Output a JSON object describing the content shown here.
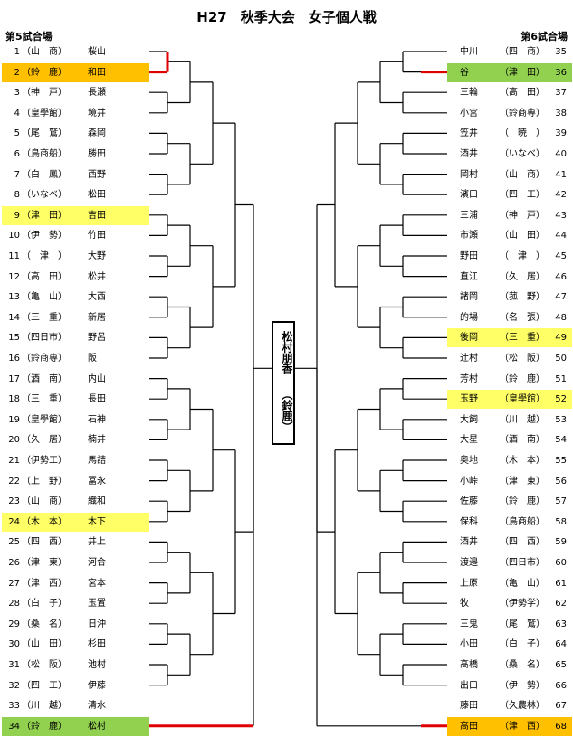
{
  "title": "H27　秋季大会　女子個人戦",
  "venues": {
    "left": "第5試合場",
    "right": "第6試合場"
  },
  "champion": {
    "name": "松村朋香",
    "school": "（鈴鹿）"
  },
  "highlight_colors": {
    "yellow": "#ffff66",
    "orange": "#ffc000",
    "green": "#92d050",
    "line_red": "#e00000"
  },
  "left_entries": [
    {
      "no": "1",
      "school": "（山　商）",
      "name": "桜山",
      "hl": ""
    },
    {
      "no": "2",
      "school": "（鈴　鹿）",
      "name": "和田",
      "hl": "orange"
    },
    {
      "no": "3",
      "school": "（神　戸）",
      "name": "長瀬",
      "hl": ""
    },
    {
      "no": "4",
      "school": "（皇學館）",
      "name": "境井",
      "hl": ""
    },
    {
      "no": "5",
      "school": "（尾　鷲）",
      "name": "森岡",
      "hl": ""
    },
    {
      "no": "6",
      "school": "（鳥商船）",
      "name": "勝田",
      "hl": ""
    },
    {
      "no": "7",
      "school": "（白　鳳）",
      "name": "西野",
      "hl": ""
    },
    {
      "no": "8",
      "school": "（いなべ）",
      "name": "松田",
      "hl": ""
    },
    {
      "no": "9",
      "school": "（津　田）",
      "name": "吉田",
      "hl": "yellow"
    },
    {
      "no": "10",
      "school": "（伊　勢）",
      "name": "竹田",
      "hl": ""
    },
    {
      "no": "11",
      "school": "（　津　）",
      "name": "大野",
      "hl": ""
    },
    {
      "no": "12",
      "school": "（高　田）",
      "name": "松井",
      "hl": ""
    },
    {
      "no": "13",
      "school": "（亀　山）",
      "name": "大西",
      "hl": ""
    },
    {
      "no": "14",
      "school": "（三　重）",
      "name": "新居",
      "hl": ""
    },
    {
      "no": "15",
      "school": "（四日市）",
      "name": "野呂",
      "hl": ""
    },
    {
      "no": "16",
      "school": "（鈴商専）",
      "name": "阪",
      "hl": ""
    },
    {
      "no": "17",
      "school": "（酒　南）",
      "name": "内山",
      "hl": ""
    },
    {
      "no": "18",
      "school": "（三　重）",
      "name": "長田",
      "hl": ""
    },
    {
      "no": "19",
      "school": "（皇學館）",
      "name": "石神",
      "hl": ""
    },
    {
      "no": "20",
      "school": "（久　居）",
      "name": "楠井",
      "hl": ""
    },
    {
      "no": "21",
      "school": "（伊勢工）",
      "name": "馬詰",
      "hl": ""
    },
    {
      "no": "22",
      "school": "（上　野）",
      "name": "冨永",
      "hl": ""
    },
    {
      "no": "23",
      "school": "（山　商）",
      "name": "織和",
      "hl": ""
    },
    {
      "no": "24",
      "school": "（木　本）",
      "name": "木下",
      "hl": "yellow"
    },
    {
      "no": "25",
      "school": "（四　西）",
      "name": "井上",
      "hl": ""
    },
    {
      "no": "26",
      "school": "（津　東）",
      "name": "河合",
      "hl": ""
    },
    {
      "no": "27",
      "school": "（津　西）",
      "name": "宮本",
      "hl": ""
    },
    {
      "no": "28",
      "school": "（白　子）",
      "name": "玉置",
      "hl": ""
    },
    {
      "no": "29",
      "school": "（桑　名）",
      "name": "日沖",
      "hl": ""
    },
    {
      "no": "30",
      "school": "（山　田）",
      "name": "杉田",
      "hl": ""
    },
    {
      "no": "31",
      "school": "（松　阪）",
      "name": "池村",
      "hl": ""
    },
    {
      "no": "32",
      "school": "（四　工）",
      "name": "伊藤",
      "hl": ""
    },
    {
      "no": "33",
      "school": "（川　越）",
      "name": "清水",
      "hl": ""
    },
    {
      "no": "34",
      "school": "（鈴　鹿）",
      "name": "松村",
      "hl": "green"
    }
  ],
  "right_entries": [
    {
      "no": "35",
      "school": "（四　商）",
      "name": "中川",
      "hl": ""
    },
    {
      "no": "36",
      "school": "（津　田）",
      "name": "谷",
      "hl": "green"
    },
    {
      "no": "37",
      "school": "（高　田）",
      "name": "三輪",
      "hl": ""
    },
    {
      "no": "38",
      "school": "（鈴商専）",
      "name": "小宮",
      "hl": ""
    },
    {
      "no": "39",
      "school": "（　暁　）",
      "name": "笠井",
      "hl": ""
    },
    {
      "no": "40",
      "school": "（いなべ）",
      "name": "酒井",
      "hl": ""
    },
    {
      "no": "41",
      "school": "（山　商）",
      "name": "岡村",
      "hl": ""
    },
    {
      "no": "42",
      "school": "（四　工）",
      "name": "濱口",
      "hl": ""
    },
    {
      "no": "43",
      "school": "（神　戸）",
      "name": "三浦",
      "hl": ""
    },
    {
      "no": "44",
      "school": "（山　田）",
      "name": "市瀬",
      "hl": ""
    },
    {
      "no": "45",
      "school": "（　津　）",
      "name": "野田",
      "hl": ""
    },
    {
      "no": "46",
      "school": "（久　居）",
      "name": "直江",
      "hl": ""
    },
    {
      "no": "47",
      "school": "（菰　野）",
      "name": "諸岡",
      "hl": ""
    },
    {
      "no": "48",
      "school": "（名　張）",
      "name": "的場",
      "hl": ""
    },
    {
      "no": "49",
      "school": "（三　重）",
      "name": "後岡",
      "hl": "yellow"
    },
    {
      "no": "50",
      "school": "（松　阪）",
      "name": "辻村",
      "hl": ""
    },
    {
      "no": "51",
      "school": "（鈴　鹿）",
      "name": "芳村",
      "hl": ""
    },
    {
      "no": "52",
      "school": "（皇學館）",
      "name": "玉野",
      "hl": "yellow"
    },
    {
      "no": "53",
      "school": "（川　越）",
      "name": "大飼",
      "hl": ""
    },
    {
      "no": "54",
      "school": "（酒　南）",
      "name": "大星",
      "hl": ""
    },
    {
      "no": "55",
      "school": "（木　本）",
      "name": "奥地",
      "hl": ""
    },
    {
      "no": "56",
      "school": "（津　東）",
      "name": "小峠",
      "hl": ""
    },
    {
      "no": "57",
      "school": "（鈴　鹿）",
      "name": "佐藤",
      "hl": ""
    },
    {
      "no": "58",
      "school": "（鳥商船）",
      "name": "保科",
      "hl": ""
    },
    {
      "no": "59",
      "school": "（四　西）",
      "name": "酒井",
      "hl": ""
    },
    {
      "no": "60",
      "school": "（四日市）",
      "name": "渡邉",
      "hl": ""
    },
    {
      "no": "61",
      "school": "（亀　山）",
      "name": "上原",
      "hl": ""
    },
    {
      "no": "62",
      "school": "（伊勢学）",
      "name": "牧",
      "hl": ""
    },
    {
      "no": "63",
      "school": "（尾　鷲）",
      "name": "三鬼",
      "hl": ""
    },
    {
      "no": "64",
      "school": "（白　子）",
      "name": "小田",
      "hl": ""
    },
    {
      "no": "65",
      "school": "（桑　名）",
      "name": "髙橋",
      "hl": ""
    },
    {
      "no": "66",
      "school": "（伊　勢）",
      "name": "出口",
      "hl": ""
    },
    {
      "no": "67",
      "school": "（久農林）",
      "name": "藤田",
      "hl": ""
    },
    {
      "no": "68",
      "school": "（津　西）",
      "name": "高田",
      "hl": "orange"
    }
  ]
}
